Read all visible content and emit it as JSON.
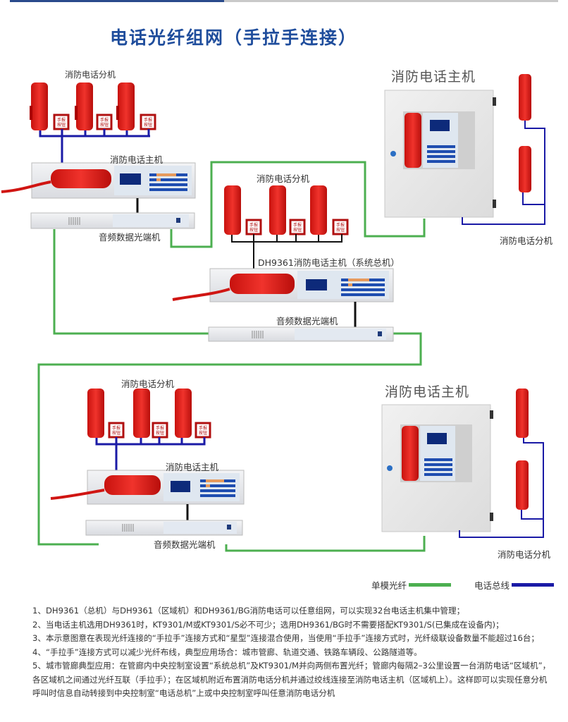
{
  "page": {
    "title": "电话光纤组网（手拉手连接）"
  },
  "colors": {
    "title": "#1f4d9c",
    "fiber_line": "#4caf50",
    "bus_line": "#1a1aa6",
    "device_red": "#e0201c",
    "signal_line": "#111111"
  },
  "diagram": {
    "group1": {
      "extensions_label": "消防电话分机",
      "host_label": "消防电话主机",
      "optical_label": "音频数据光端机",
      "button_label": "手报按钮",
      "extension_count": 3,
      "button_count": 3
    },
    "group2": {
      "extensions_label": "消防电话分机",
      "host_label": "DH9361消防电话主机（系统总机）",
      "optical_label": "音频数据光端机",
      "button_label": "手报按钮",
      "extension_count": 3,
      "button_count": 3
    },
    "group3": {
      "extensions_label": "消防电话分机",
      "host_label": "消防电话主机",
      "optical_label": "音频数据光端机",
      "button_label": "手报按钮",
      "extension_count": 3,
      "button_count": 3
    },
    "cabinet_top": {
      "host_label": "消防电话主机",
      "extensions_label": "消防电话分机",
      "extension_count": 2
    },
    "cabinet_bottom": {
      "host_label": "消防电话主机",
      "extensions_label": "消防电话分机",
      "extension_count": 2
    }
  },
  "legend": [
    {
      "label": "单模光纤",
      "type": "fiber"
    },
    {
      "label": "电话总线",
      "type": "bus"
    }
  ],
  "notes": [
    "1、DH9361（总机）与DH9361（区域机）和DH9361/BG消防电话可以任意组网，可以实现32台电话主机集中管理；",
    "2、当电话主机选用DH9361时，KT9301/M或KT9301/S必不可少；选用DH9361/BG时不需要搭配KT9301/S(已集成在设备内)；",
    "3、本示意图意在表现光纤连接的“手拉手”连接方式和“星型”连接混合使用，当使用“手拉手”连接方式时，光纤级联设备数量不能超过16台；",
    "4、“手拉手”连接方式可以减少光纤布线，典型应用场合：城市管廊、轨道交通、铁路车辆段、公路隧道等。",
    "5、城市管廊典型应用：在管廊内中央控制室设置“系统总机”及KT9301/M并向两侧布置光纤；管廊内每隔2–3公里设置一台消防电话“区域机”，各区域机之间通过光纤互联（手拉手）；在区域机附近布置消防电话分机并通过绞线连接至消防电话主机（区域机上）。这样即可以实现任意分机呼叫时信息自动转接到中央控制室“电话总机”上或中央控制室呼叫任意消防电话分机"
  ]
}
